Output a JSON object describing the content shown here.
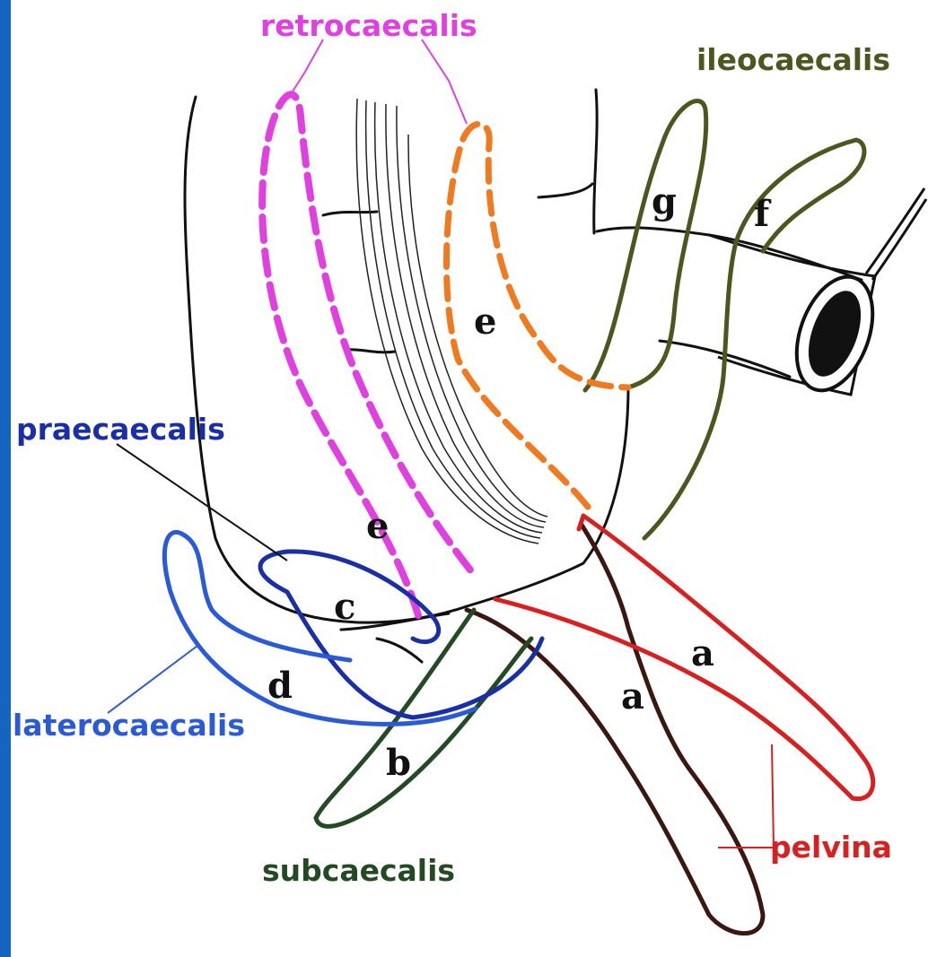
{
  "labels": {
    "retrocaecalis": "retrocaecalis",
    "ileocaecalis": "ileocaecalis",
    "praecaecalis": "praecaecalis",
    "laterocaecalis": "laterocaecalis",
    "subcaecalis": "subcaecalis",
    "pelvina": "pelvina"
  },
  "letters": {
    "a_pelvic_brown": "a",
    "a_pelvic_red": "a",
    "b": "b",
    "c": "c",
    "d": "d",
    "e_retro_magenta": "e",
    "e_retro_orange": "e",
    "f": "f",
    "g": "g"
  },
  "colors": {
    "sidebar": "#1565c0",
    "retrocaecalis": "#e040e0",
    "retro_orange": "#f07a20",
    "ileocaecalis": "#4e5620",
    "praecaecalis": "#1a2ea8",
    "laterocaecalis": "#2a5ad8",
    "subcaecalis": "#244a24",
    "pelvina": "#d82020",
    "pelvic_brown": "#3a1810",
    "line": "#111111"
  }
}
